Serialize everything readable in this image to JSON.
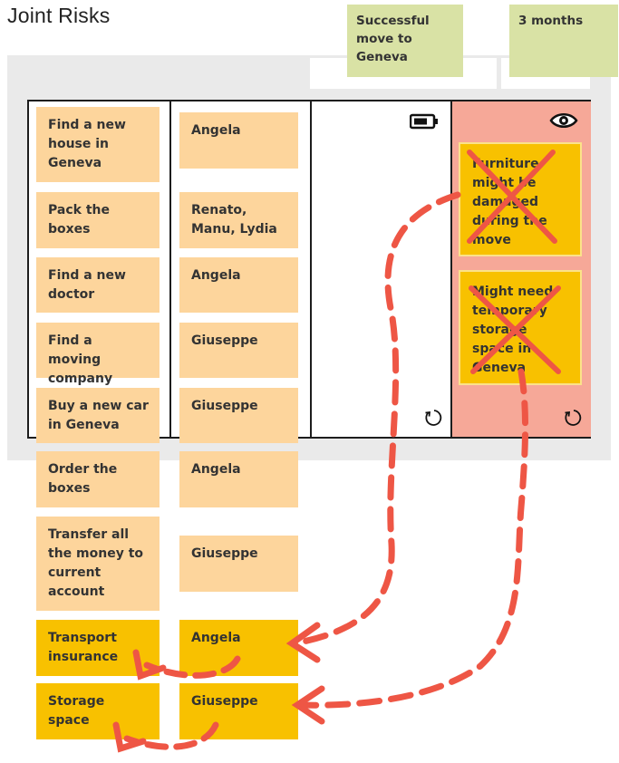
{
  "title": "Joint Risks",
  "headers": {
    "milestone": "Successful move to Geneva",
    "timeframe": "3 months"
  },
  "tasks": [
    {
      "task": "Find a new house in Geneva",
      "owner": "Angela"
    },
    {
      "task": "Pack the boxes",
      "owner": "Renato, Manu, Lydia"
    },
    {
      "task": "Find a new doctor",
      "owner": "Angela"
    },
    {
      "task": "Find a moving company",
      "owner": "Giuseppe"
    },
    {
      "task": "Buy a new car in Geneva",
      "owner": "Giuseppe"
    },
    {
      "task": "Order the boxes",
      "owner": "Angela"
    },
    {
      "task": "Transfer all the money to current account",
      "owner": "Giuseppe"
    },
    {
      "task": "Transport insurance",
      "owner": "Angela"
    },
    {
      "task": "Storage space",
      "owner": "Giuseppe"
    }
  ],
  "risks": [
    {
      "text": "Furniture might be damaged during the move"
    },
    {
      "text": "Might need temporary storage space in Geneva"
    }
  ],
  "colors": {
    "task_note": "#fdd59c",
    "mitigation_note": "#f8c100",
    "header_note": "#d9e2a5",
    "risk_column": "#f6a898",
    "arrow": "#ee5645"
  },
  "icons": {
    "column3": "battery-icon",
    "column4": "eye-icon",
    "reset": "refresh-icon"
  }
}
